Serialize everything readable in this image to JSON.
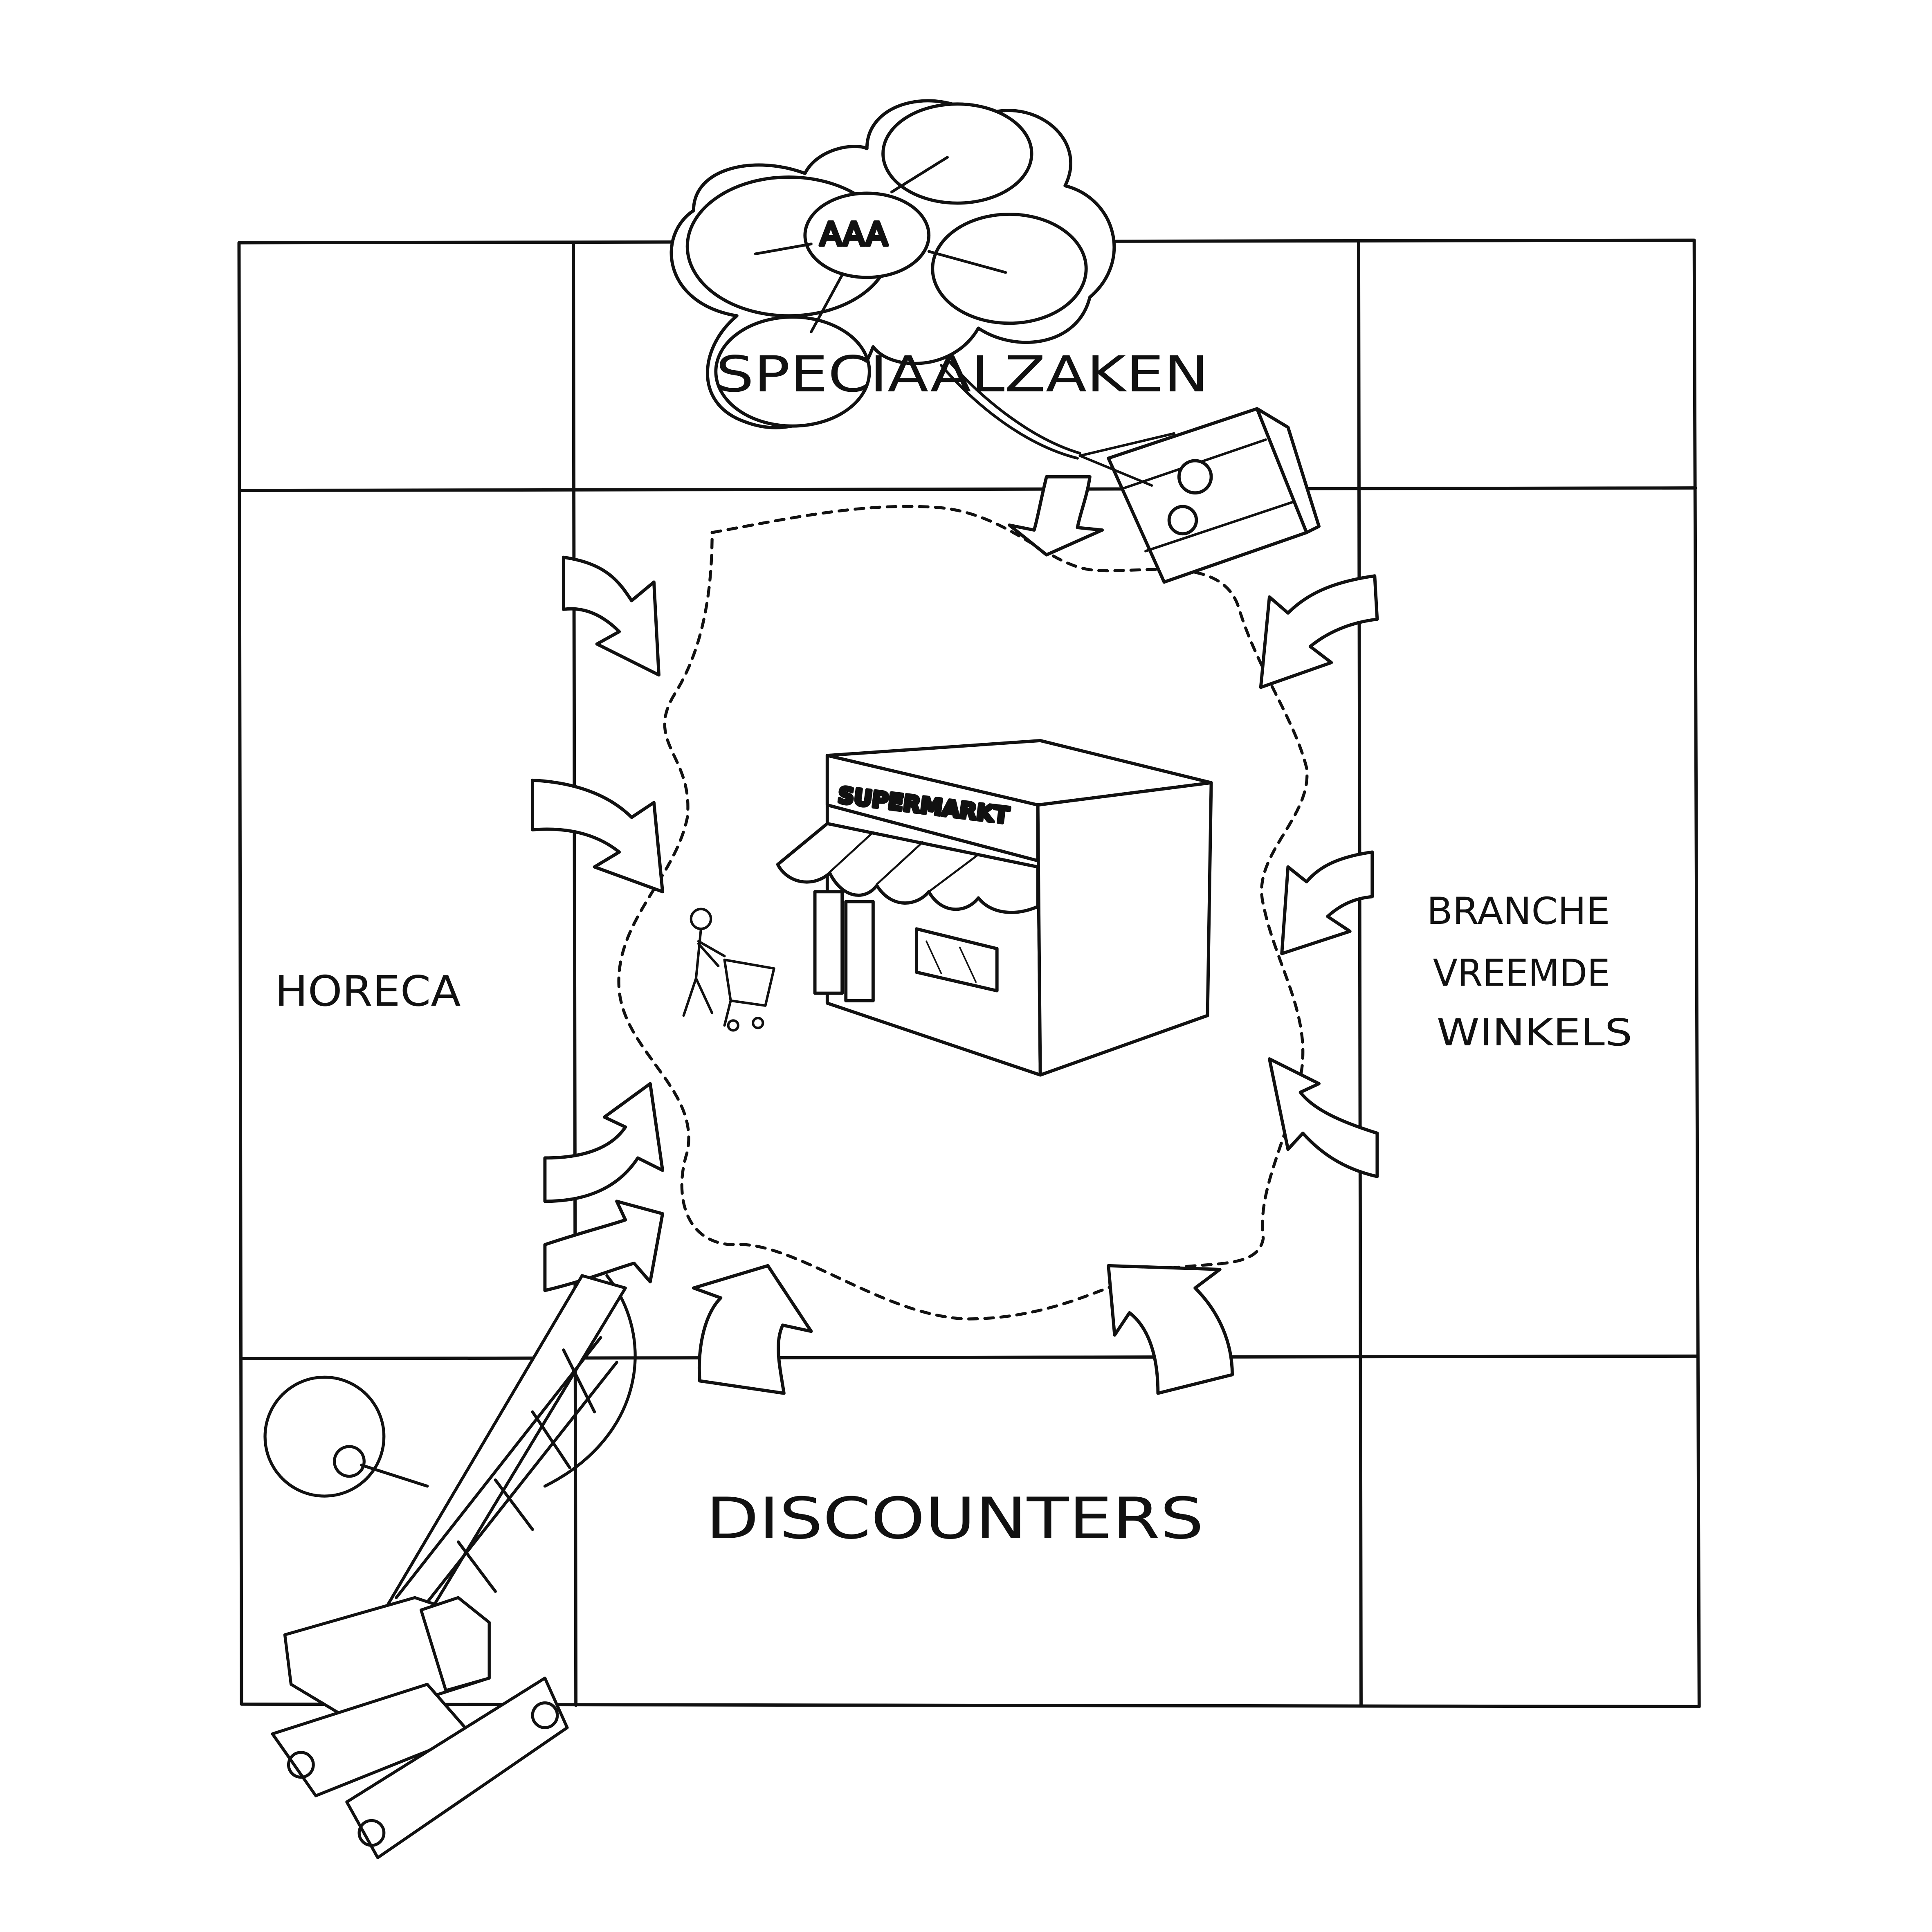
{
  "labels": {
    "top": "SPECIAALZAKEN",
    "left": "HORECA",
    "right_line1": "BRANCHE",
    "right_line2": "VREEMDE",
    "right_line3": "WINKELS",
    "bottom": "DISCOUNTERS",
    "store_sign": "SUPERMARKT",
    "drone_badge": "AAA"
  },
  "colors": {
    "ink": "#111111",
    "paper": "#ffffff"
  }
}
